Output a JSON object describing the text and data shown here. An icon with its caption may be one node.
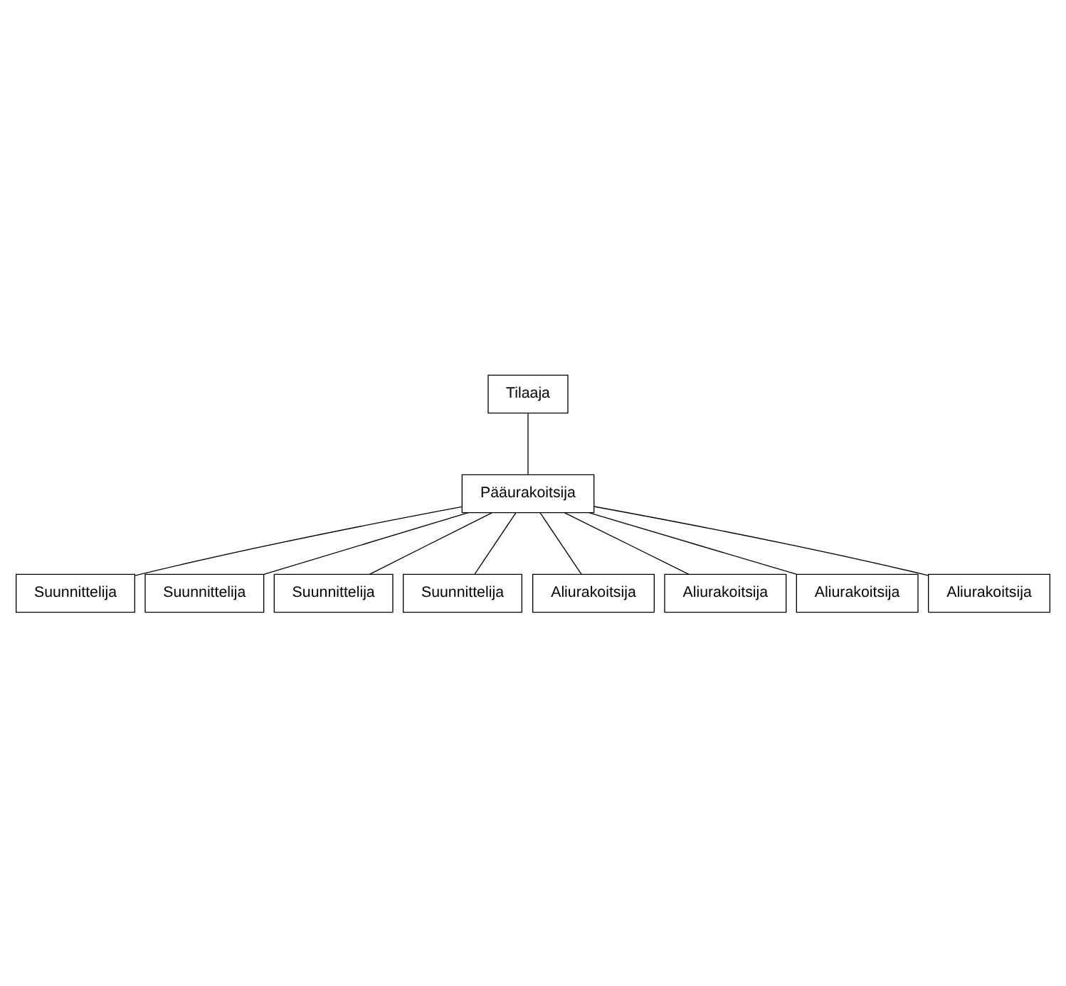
{
  "diagram": {
    "nodes": [
      {
        "text": [
          "Tilaaja"
        ]
      },
      {
        "text": [
          "Pääurakoitsija"
        ]
      },
      {
        "text": [
          "Suunnittelija"
        ]
      },
      {
        "text": [
          "Suunnittelija"
        ]
      },
      {
        "text": [
          "Suunnittelija"
        ]
      },
      {
        "text": [
          "Suunnittelija"
        ]
      },
      {
        "text": [
          "Aliurakoitsija"
        ]
      },
      {
        "text": [
          "Aliurakoitsija"
        ]
      },
      {
        "text": [
          "Aliurakoitsija"
        ]
      },
      {
        "text": [
          "Aliurakoitsija"
        ]
      }
    ],
    "edges": [
      {
        "from": 0,
        "to": 1,
        "arrow": "none"
      },
      {
        "from": 1,
        "to": 2,
        "arrow": "none"
      },
      {
        "from": 1,
        "to": 3,
        "arrow": "none"
      },
      {
        "from": 1,
        "to": 4,
        "arrow": "none"
      },
      {
        "from": 1,
        "to": 5,
        "arrow": "none"
      },
      {
        "from": 1,
        "to": 6,
        "arrow": "none"
      },
      {
        "from": 1,
        "to": 7,
        "arrow": "none"
      },
      {
        "from": 1,
        "to": 8,
        "arrow": "none"
      },
      {
        "from": 1,
        "to": 9,
        "arrow": "none"
      }
    ]
  }
}
